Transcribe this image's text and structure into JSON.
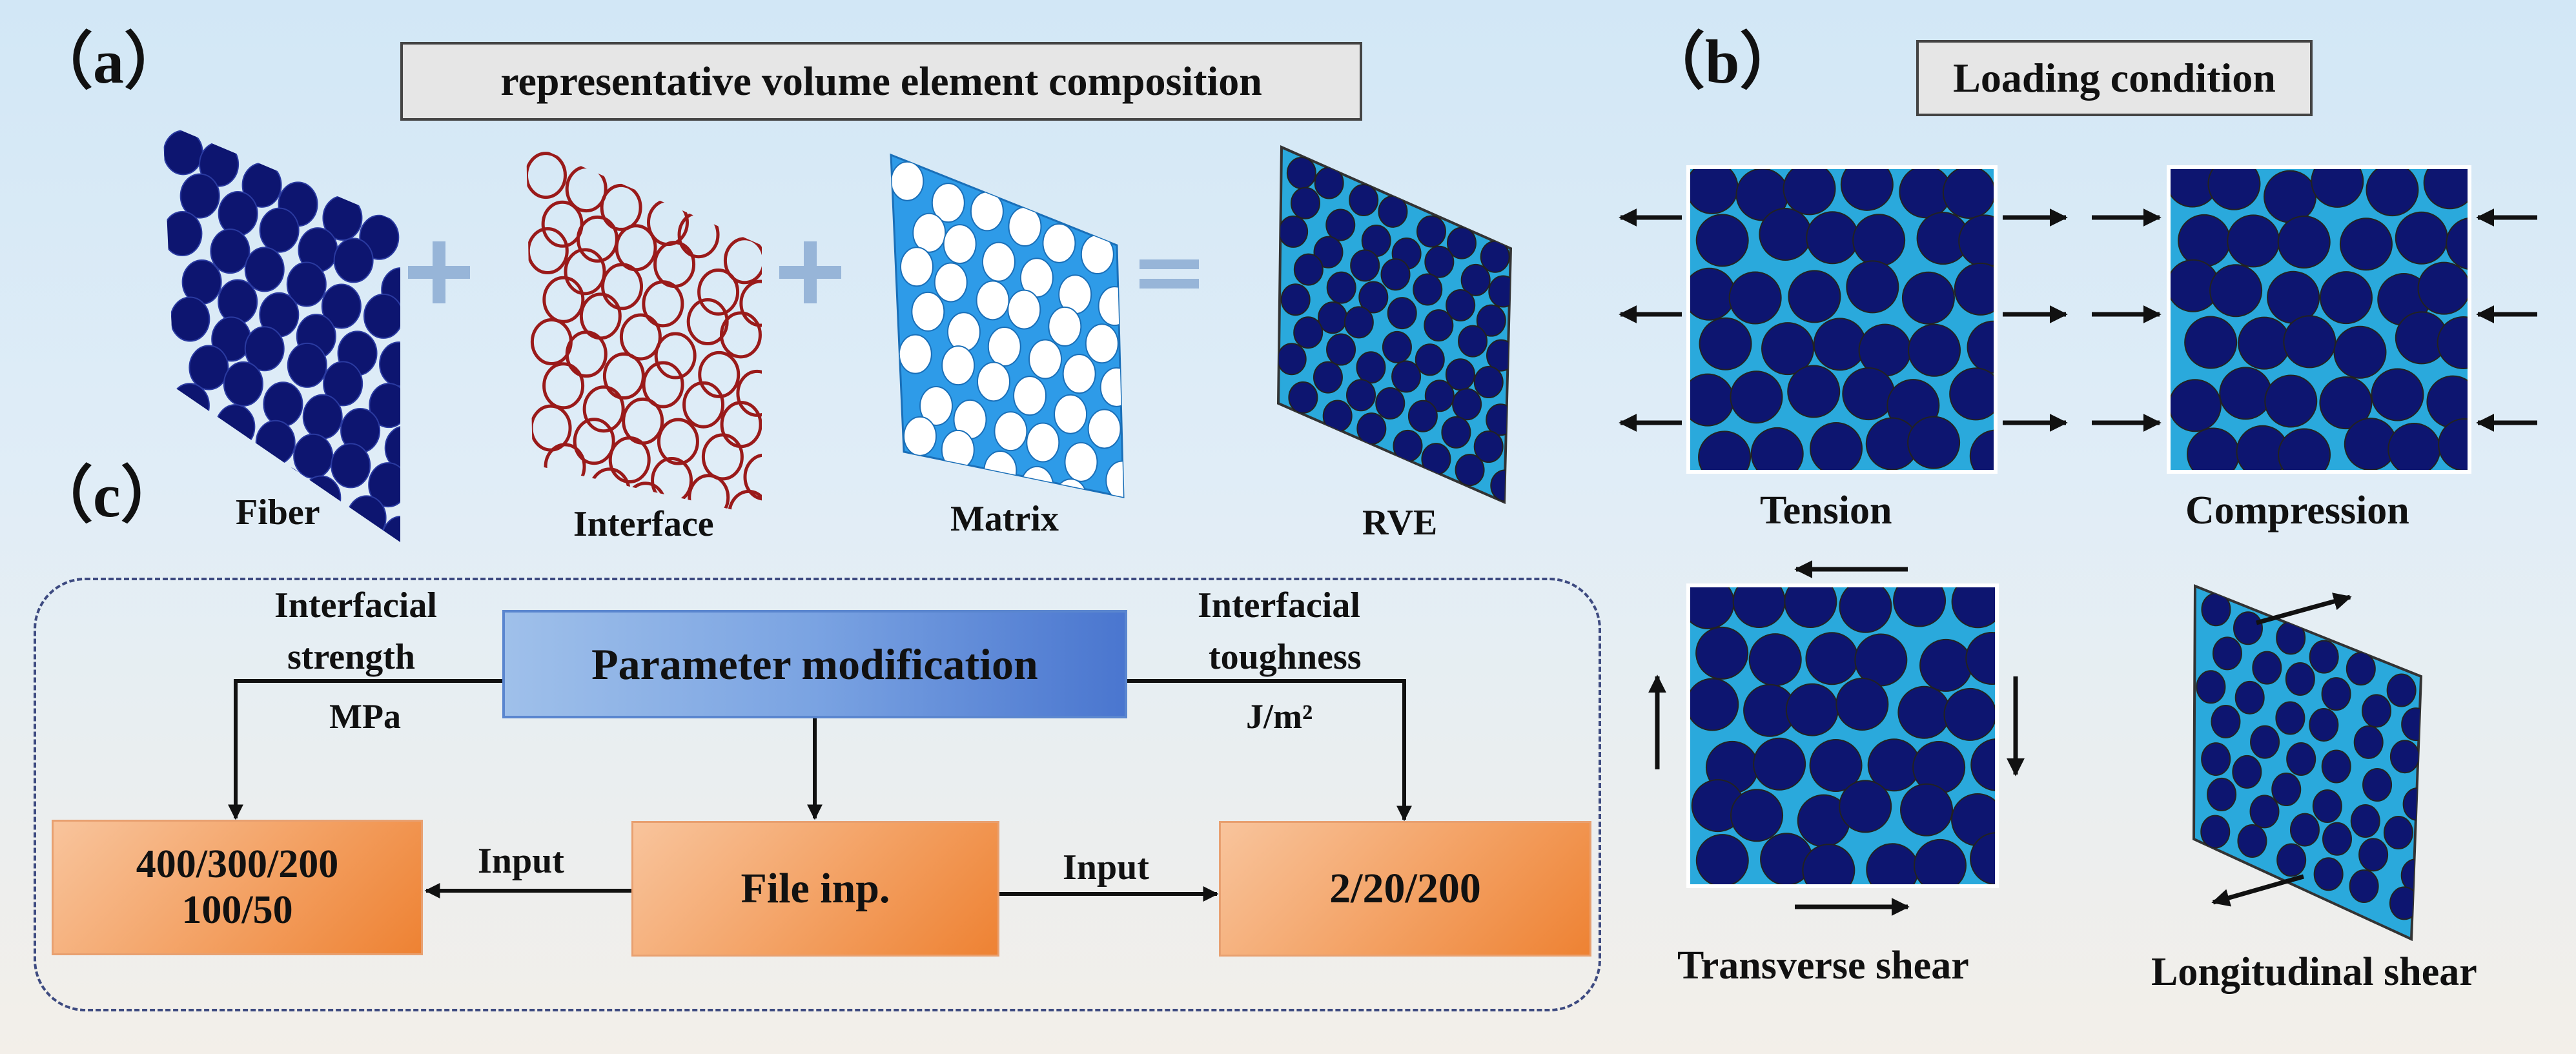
{
  "panels": {
    "a": {
      "label": "（a）",
      "title": "representative volume element composition",
      "items": [
        "Fiber",
        "Interface",
        "Matrix",
        "RVE"
      ]
    },
    "b": {
      "label": "（b）",
      "title": "Loading condition",
      "items": [
        "Tension",
        "Compression",
        "Transverse shear",
        "Longitudinal shear"
      ]
    },
    "c": {
      "label": "（c）",
      "param_box": "Parameter modification",
      "strength_label_1": "Interfacial",
      "strength_label_2": "strength",
      "strength_unit": "MPa",
      "toughness_label_1": "Interfacial",
      "toughness_label_2": "toughness",
      "toughness_unit": "J/m²",
      "strength_values_1": "400/300/200",
      "strength_values_2": "100/50",
      "file_box": "File inp.",
      "toughness_values": "2/20/200",
      "input_left": "Input",
      "input_right": "Input"
    }
  },
  "colors": {
    "fiber": "#0d1570",
    "interface": "#9a1a1a",
    "matrix": "#2e9be8",
    "rve_matrix": "#2aa9dc",
    "operator": "#97b5d8",
    "arrow": "#111111"
  }
}
